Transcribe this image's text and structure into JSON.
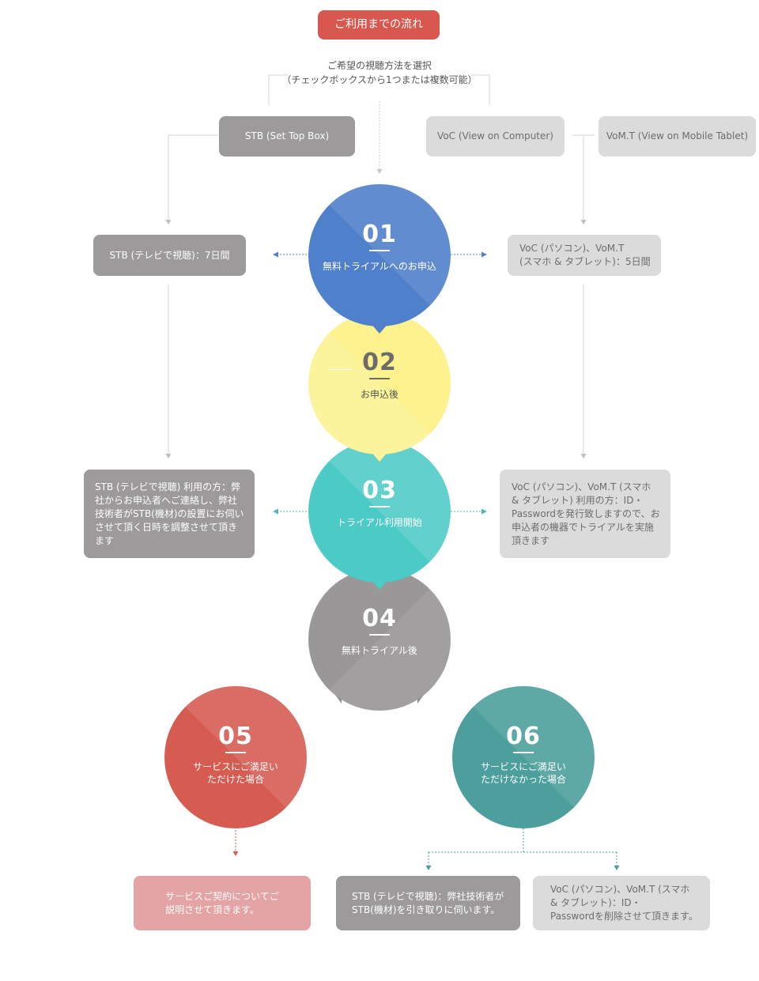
{
  "header": {
    "title": "ご利用までの流れ"
  },
  "instruction": {
    "line1": "ご希望の視聴方法を選択",
    "line2": "（チェックボックスから1つまたは複数可能）"
  },
  "options": {
    "stb": "STB (Set Top Box)",
    "voc": "VoC (View on Computer)",
    "vomt": "VoM.T (View on Mobile Tablet)"
  },
  "steps": {
    "s01": {
      "number": "01",
      "label": "無料トライアルへのお申込"
    },
    "s02": {
      "number": "02",
      "label": "お申込後"
    },
    "s03": {
      "number": "03",
      "label": "トライアル利用開始"
    },
    "s04": {
      "number": "04",
      "label": "無料トライアル後"
    },
    "s05": {
      "number": "05",
      "line1": "サービスにご満足い",
      "line2": "ただけた場合"
    },
    "s06": {
      "number": "06",
      "line1": "サービスにご満足い",
      "line2": "ただけなかった場合"
    }
  },
  "notes": {
    "stb_trial": "STB (テレビで視聴)：7日間",
    "voc_trial": {
      "line1": "VoC (パソコン)、VoM.T",
      "line2": "(スマホ & タブレット)：5日間"
    },
    "stb_start": [
      "STB (テレビで視聴) 利用の方：弊",
      "社からお申込者へご連絡し、弊社",
      "技術者がSTB(機材)の設置にお伺い",
      "させて頂く日時を調整させて頂き",
      "ます"
    ],
    "voc_start": [
      "VoC (パソコン)、VoM.T (スマホ",
      "& タブレット) 利用の方：ID・",
      "Passwordを発行致しますので、お",
      "申込者の機器でトライアルを実施",
      "頂きます"
    ],
    "satisfied": [
      "サービスご契約についてご",
      "説明させて頂きます。"
    ],
    "stb_cancel": [
      "STB (テレビで視聴)：弊社技術者が",
      "STB(機材)を引き取りに伺います。"
    ],
    "voc_cancel": [
      "VoC (パソコン)、VoM.T (スマホ",
      "& タブレット)：ID・",
      "Passwordを削除させて頂きます。"
    ]
  },
  "colors": {
    "title_red": "#d8574f",
    "step01_blue": "#4f80cb",
    "step02_yellow": "#fbf49d",
    "step03_teal": "#4ccac5",
    "step04_gray": "#9a9798",
    "step05_red": "#d65c52",
    "step06_teal": "#4c9f9c",
    "box_dark": "#9c9a9b",
    "box_light": "#dcdbdb",
    "box_pink": "#e4a3a4"
  }
}
